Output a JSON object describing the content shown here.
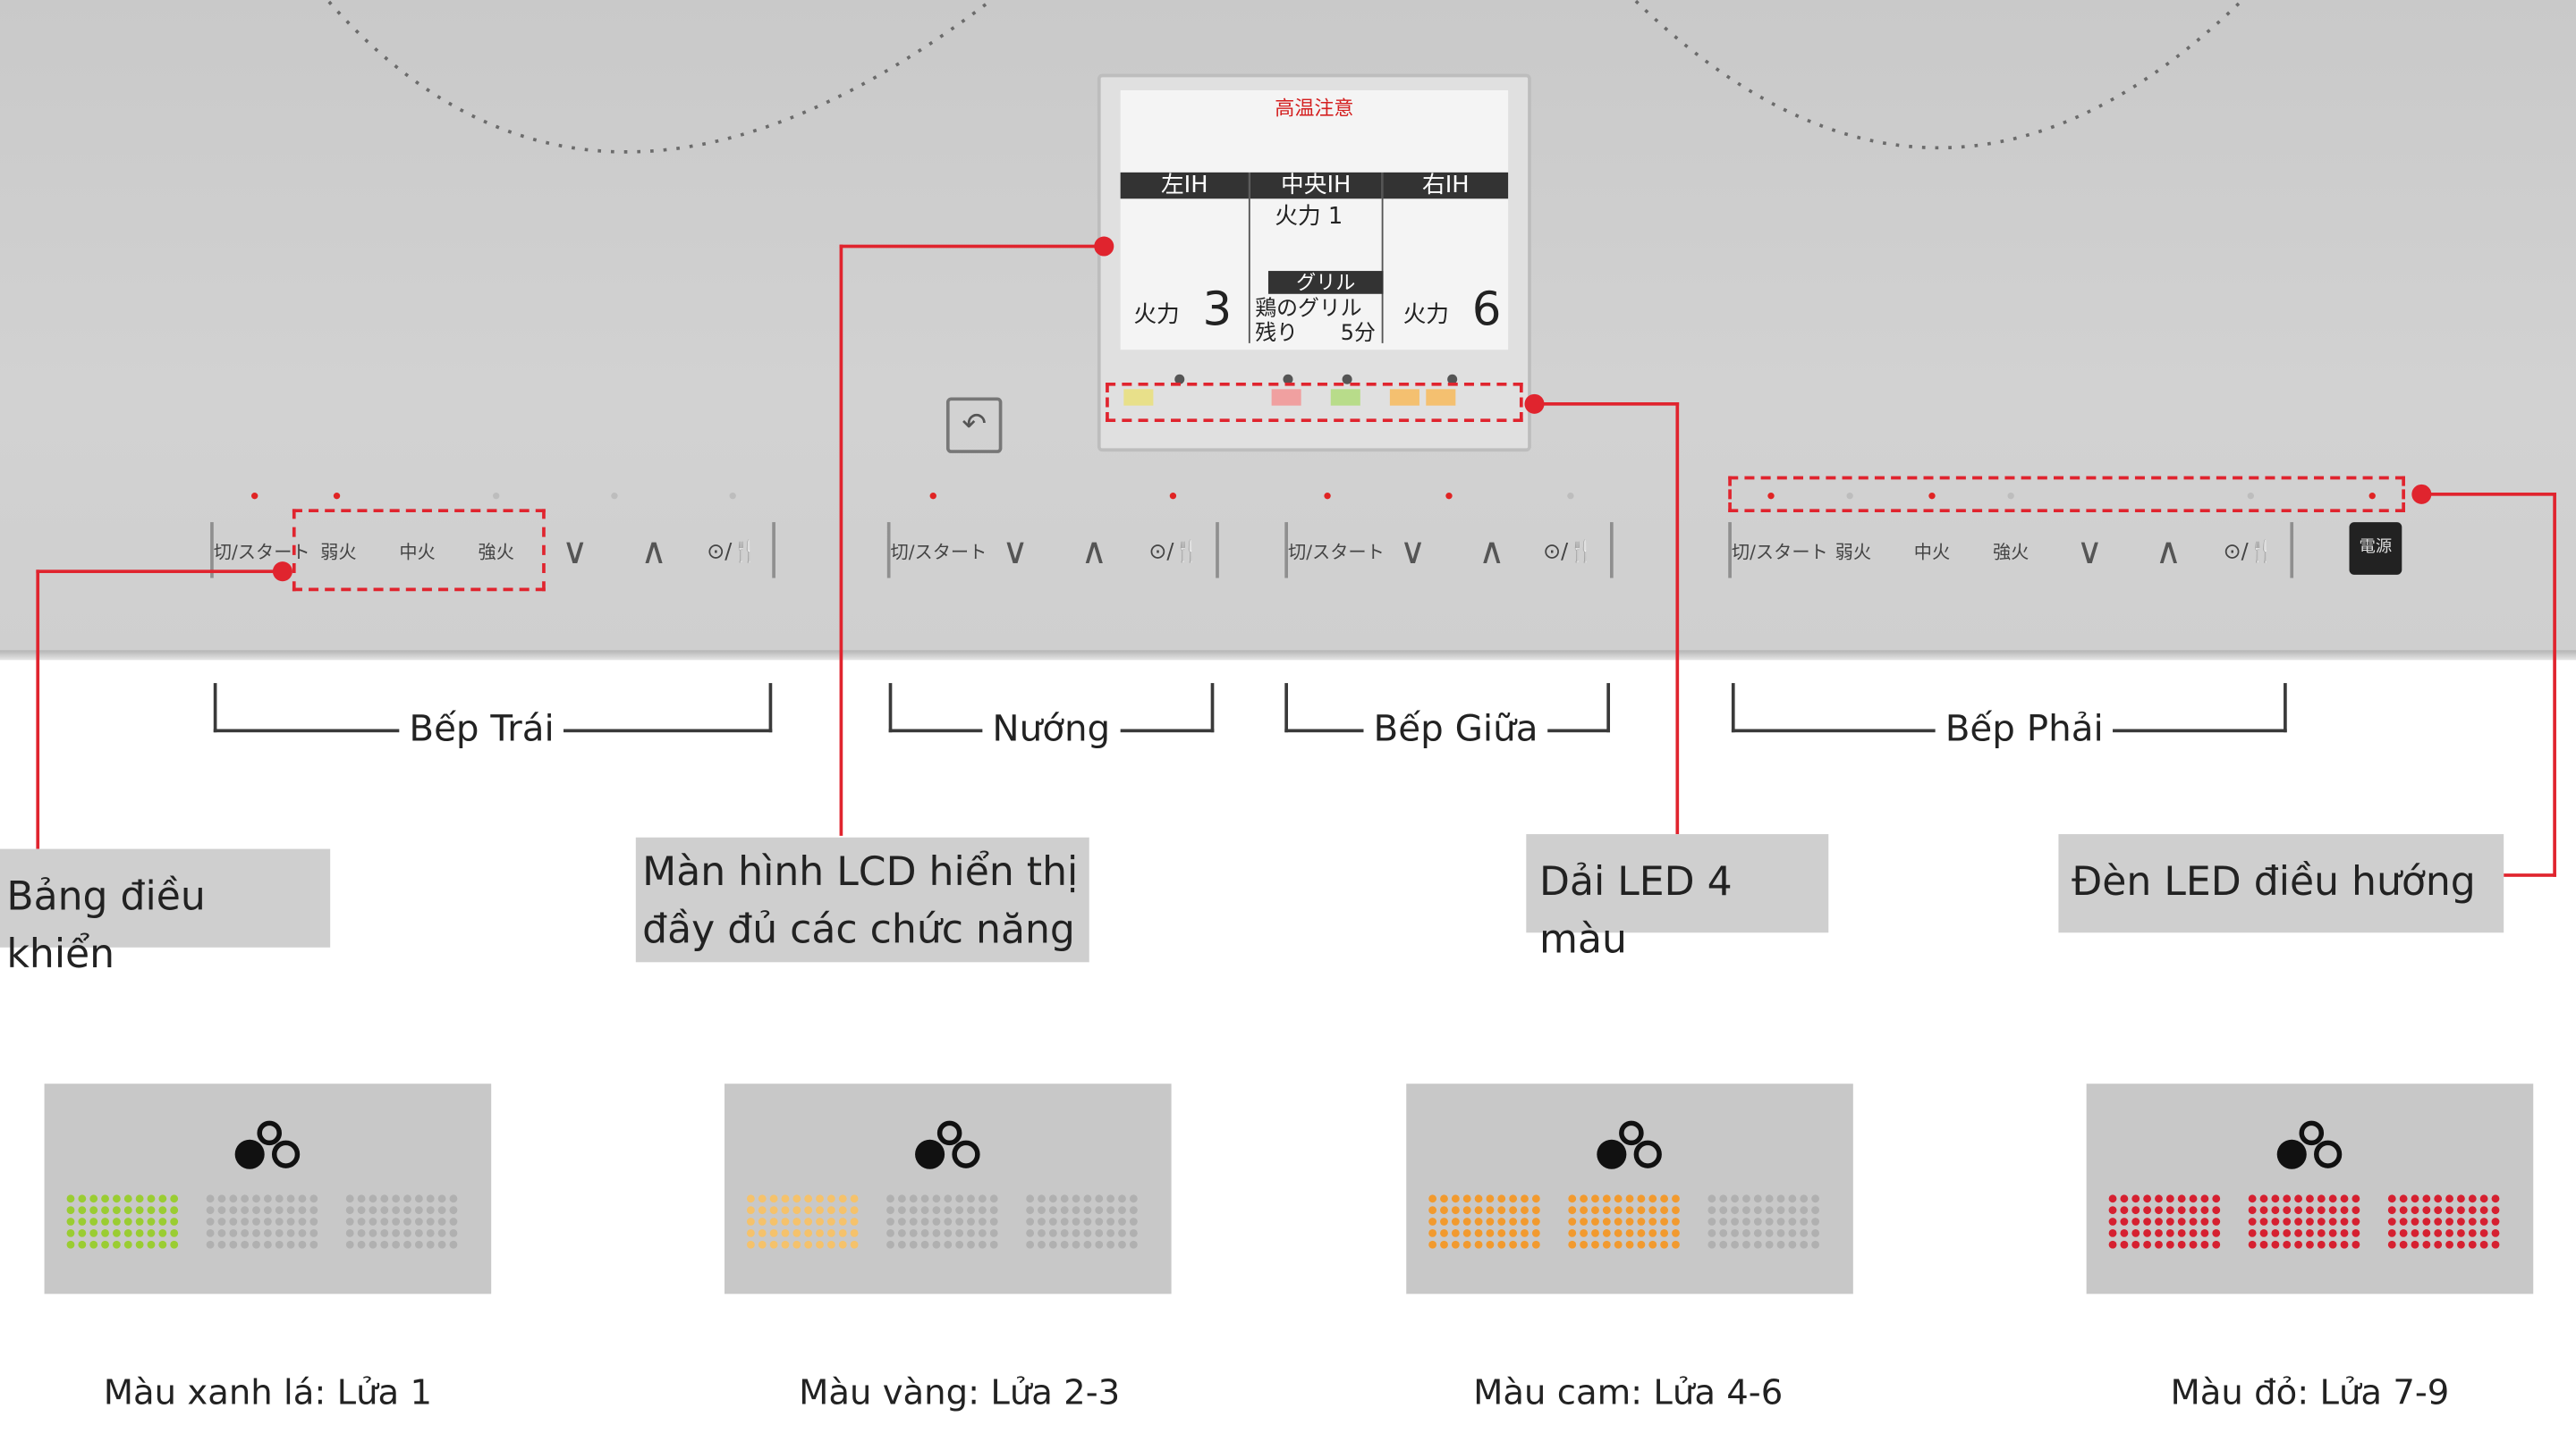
{
  "lcd": {
    "warning": "高温注意",
    "col_left": "左IH",
    "col_center": "中央IH",
    "col_right": "右IH",
    "center_power": "火力 1",
    "grill_label": "グリル",
    "grill_menu": "鶏のグリル",
    "grill_remaining": "残り",
    "grill_time": "5分",
    "left_power_label": "火力",
    "left_power_value": "3",
    "right_power_label": "火力",
    "right_power_value": "6"
  },
  "controls": {
    "start": "切/スタート",
    "low": "弱火",
    "mid": "中火",
    "high": "強火",
    "down": "∨",
    "up": "∧",
    "timer": "⊙/🍴",
    "power": "電源"
  },
  "sections": {
    "left": "Bếp Trái",
    "grill": "Nướng",
    "middle": "Bếp Giữa",
    "right": "Bếp Phải"
  },
  "callouts": {
    "control_panel": "Bảng điều khiển",
    "lcd_line1": "Màn hình LCD hiển thị",
    "lcd_line2": "đầy đủ các chức năng",
    "led_strip": "Dải LED 4 màu",
    "nav_led": "Đèn LED điều hướng"
  },
  "legend": [
    {
      "label": "Màu xanh lá: Lửa 1",
      "color": "#9acd32",
      "lit": 1
    },
    {
      "label": "Màu vàng: Lửa 2-3",
      "color": "#f5c26b",
      "lit": 1
    },
    {
      "label": "Màu cam: Lửa 4-6",
      "color": "#f29a2e",
      "lit": 2
    },
    {
      "label": "Màu đỏ: Lửa 7-9",
      "color": "#d62030",
      "lit": 3
    }
  ],
  "colors": {
    "accent": "#e0242e",
    "unlit_dot": "#b0b0b0"
  }
}
